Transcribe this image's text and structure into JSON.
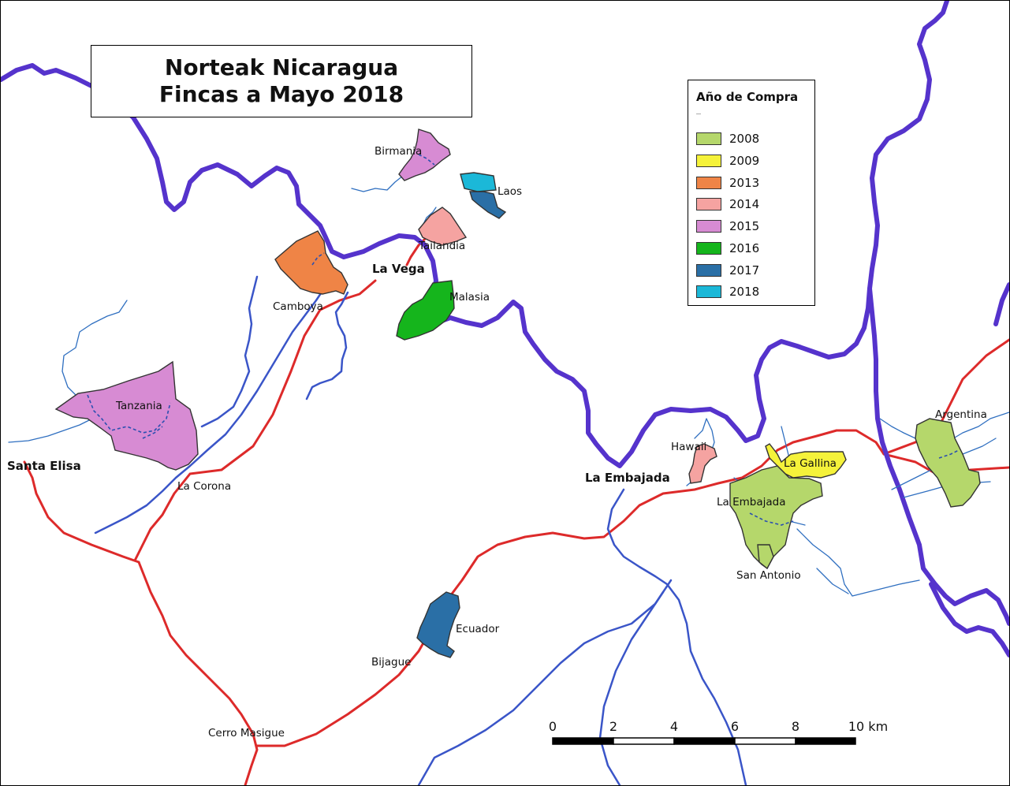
{
  "title": {
    "line1": "Norteak Nicaragua",
    "line2": "Fincas a Mayo 2018"
  },
  "legend": {
    "title": "Año de Compra",
    "items": [
      {
        "label": "2008",
        "color": "#b5d76b"
      },
      {
        "label": "2009",
        "color": "#f5f23a"
      },
      {
        "label": "2013",
        "color": "#ef8446"
      },
      {
        "label": "2014",
        "color": "#f5a3a1"
      },
      {
        "label": "2015",
        "color": "#d78bd3"
      },
      {
        "label": "2016",
        "color": "#15b51c"
      },
      {
        "label": "2017",
        "color": "#2a6fa6"
      },
      {
        "label": "2018",
        "color": "#1bb8d8"
      }
    ]
  },
  "towns": {
    "la_vega": "La Vega",
    "santa_elisa": "Santa Elisa",
    "la_embajada": "La Embajada"
  },
  "farms": {
    "birmania": "Birmania",
    "laos": "Laos",
    "tailandia": "Tailandia",
    "camboya": "Camboya",
    "malasia": "Malasia",
    "tanzania": "Tanzania",
    "hawaii": "Hawaii",
    "la_gallina": "La Gallina",
    "la_embajada": "La Embajada",
    "san_antonio": "San Antonio",
    "argentina": "Argentina",
    "ecuador": "Ecuador"
  },
  "places": {
    "la_corona": "La Corona",
    "bijague": "Bijague",
    "cerro_masigue": "Cerro Masigue"
  },
  "scale_bar": {
    "ticks": [
      "0",
      "2",
      "4",
      "6",
      "8",
      "10 km"
    ]
  },
  "colors": {
    "river_main": "#5533cc",
    "river_small": "#3a55c8",
    "stream": "#2f6fc0",
    "road": "#dd2a2a"
  }
}
